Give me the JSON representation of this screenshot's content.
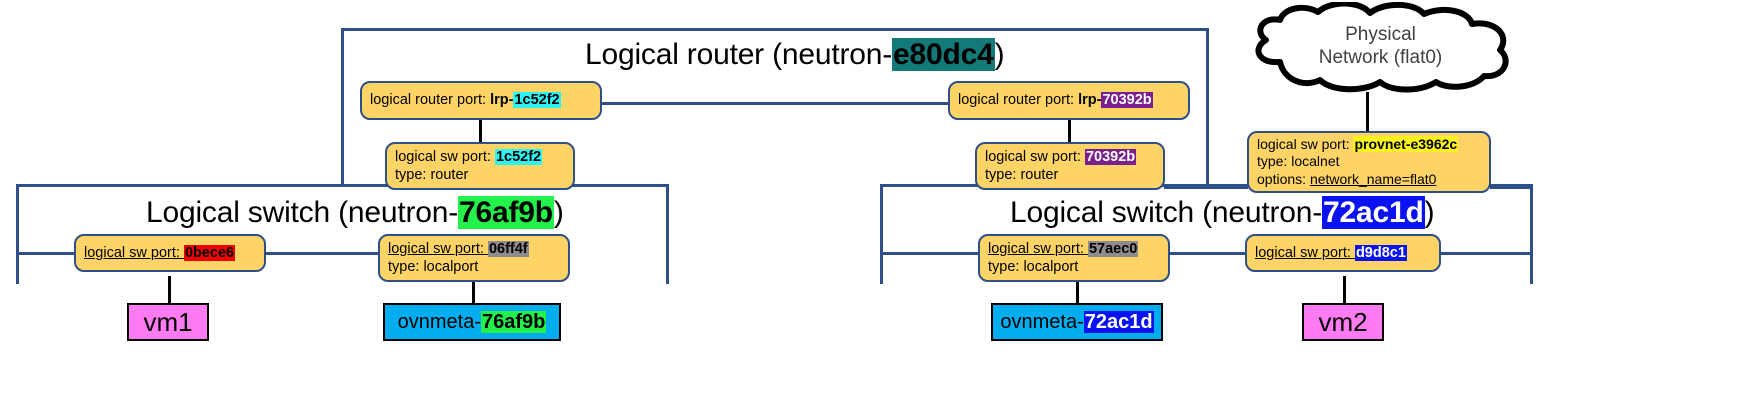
{
  "diagram": {
    "title": "OVN logical network topology",
    "colors": {
      "box_fill": "#ffd466",
      "box_border": "#2e4f87",
      "container_border": "#2e4f87",
      "vm_fill": "#ff7bf2",
      "meta_fill": "#00aeef",
      "teal": "#137a77",
      "green": "#22f24a",
      "blue": "#0a12f0",
      "cyan": "#2ff2f2",
      "purple": "#7a1f8e",
      "red": "#f20000",
      "grey": "#8c8c8c",
      "yellow": "#fbf320"
    }
  },
  "router": {
    "title_prefix": "Logical router (neutron-",
    "title_id": "e80dc4",
    "title_suffix": ")"
  },
  "switch_left": {
    "title_prefix": "Logical switch (neutron-",
    "title_id": "76af9b",
    "title_suffix": ")"
  },
  "switch_right": {
    "title_prefix": "Logical switch (neutron-",
    "title_id": "72ac1d",
    "title_suffix": ")"
  },
  "cloud": {
    "line1": "Physical",
    "line2": "Network (flat0)"
  },
  "ports": {
    "lrp_left": {
      "label": "logical router port: ",
      "prefix": "lrp-",
      "id": "1c52f2"
    },
    "lrp_right": {
      "label": "logical router port: ",
      "prefix": "lrp-",
      "id": "70392b"
    },
    "lsp_router_left": {
      "label": "logical sw port: ",
      "id": "1c52f2",
      "type_line": "type: router"
    },
    "lsp_router_right": {
      "label": "logical sw port: ",
      "id": "70392b",
      "type_line": "type: router"
    },
    "lsp_vm1": {
      "label": "logical sw port: ",
      "id": "0bece6"
    },
    "lsp_meta_left": {
      "label": "logical sw port: ",
      "id": "06ff4f",
      "type_line": "type: localport"
    },
    "lsp_meta_right": {
      "label": "logical sw port: ",
      "id": "57aec0",
      "type_line": "type: localport"
    },
    "lsp_vm2": {
      "label": "logical sw port: ",
      "id": "d9d8c1"
    },
    "lsp_provnet": {
      "label": "logical sw port: ",
      "id": "provnet-e3962c",
      "type_line": "type: localnet",
      "options_label": "options: ",
      "options_value": "network_name=flat0"
    }
  },
  "endpoints": {
    "vm1": {
      "name": "vm1"
    },
    "vm2": {
      "name": "vm2"
    },
    "meta_left": {
      "prefix": "ovnmeta-",
      "id": "76af9b"
    },
    "meta_right": {
      "prefix": "ovnmeta-",
      "id": "72ac1d"
    }
  }
}
